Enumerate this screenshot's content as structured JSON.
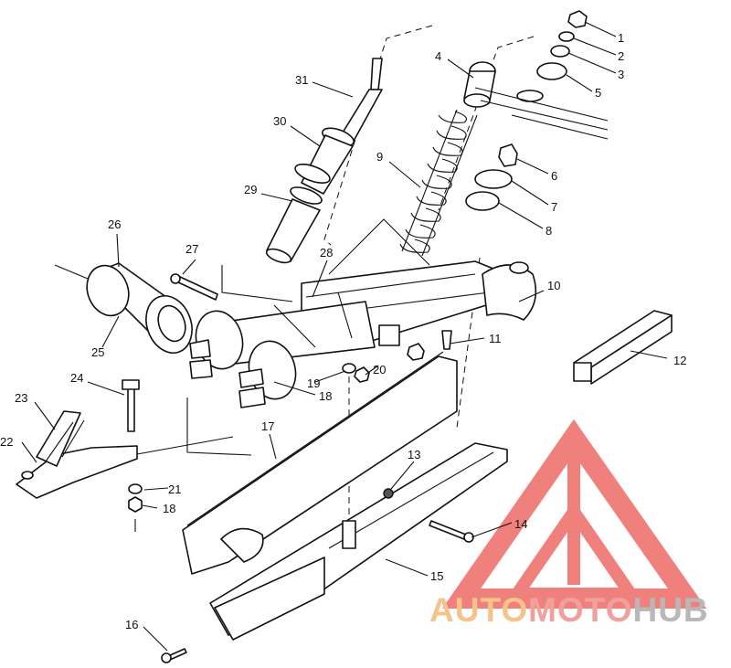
{
  "labels": {
    "l1": "1",
    "l2": "2",
    "l3": "3",
    "l4": "4",
    "l5": "5",
    "l6": "6",
    "l7": "7",
    "l8": "8",
    "l9": "9",
    "l10": "10",
    "l11": "11",
    "l12": "12",
    "l13": "13",
    "l14": "14",
    "l15": "15",
    "l16": "16",
    "l17": "17",
    "l18a": "18",
    "l18b": "18",
    "l19": "19",
    "l20": "20",
    "l21": "21",
    "l22": "22",
    "l23": "23",
    "l24": "24",
    "l25": "25",
    "l26": "26",
    "l27": "27",
    "l28": "28",
    "l29": "29",
    "l30": "30",
    "l31": "31"
  },
  "watermark": {
    "part1": "AUTO",
    "part2": "MOTO",
    "part3": "HUB",
    "color1": "#f5c48a",
    "color2": "#f0a19c",
    "color3": "#b8b8b8",
    "logo_color": "#ee6a66"
  }
}
